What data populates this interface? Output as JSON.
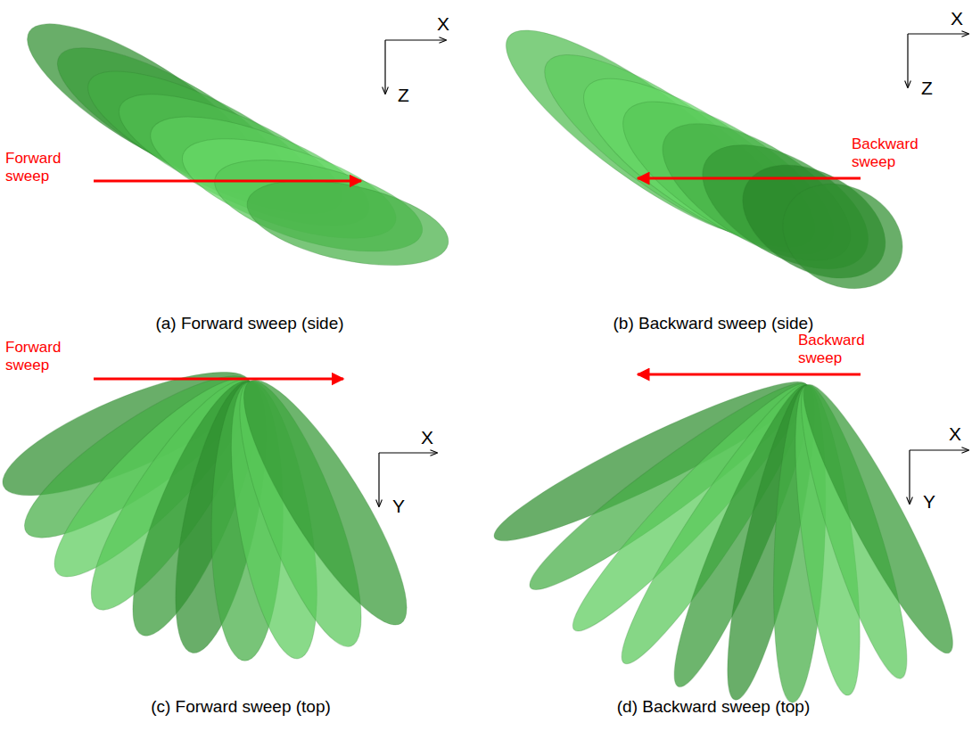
{
  "diagram": {
    "labels": [
      "Forward sweep",
      "X",
      "Z",
      "Backward sweep",
      "X",
      "Z",
      "(a)  Forward sweep (side)",
      "(b)  Backward sweep (side)",
      "Forward sweep",
      "X",
      "Y",
      "Backward sweep",
      "X",
      "Y",
      "(c)  Forward sweep (top)",
      "(d)  Backward sweep (top)"
    ]
  }
}
